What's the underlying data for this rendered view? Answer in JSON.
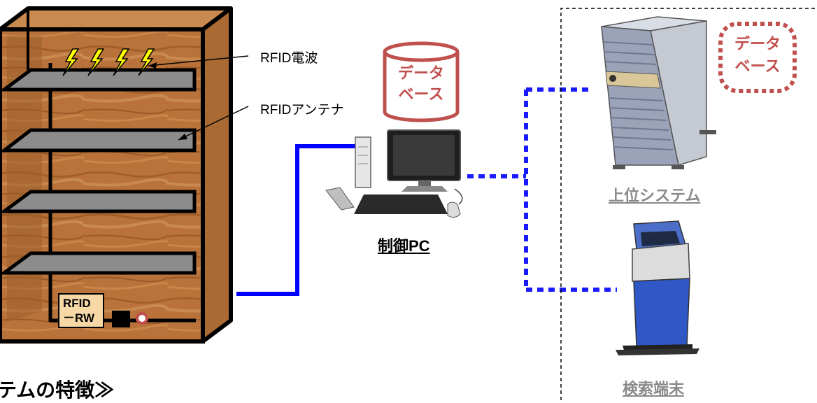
{
  "labels": {
    "radio_wave": "RFID電波",
    "antenna": "RFIDアンテナ",
    "rw_line1": "RFID",
    "rw_line2": "－RW",
    "control_pc": "制御PC",
    "upper_system": "上位システム",
    "search_terminal": "検索端末",
    "footer": "テムの特徴≫"
  },
  "database": {
    "line1": "データ",
    "line2": "ベース"
  },
  "colors": {
    "wood": "#b9733a",
    "shelf": "#8c8c8c",
    "network_solid": "#0000ff",
    "network_dotted": "#1a1aff",
    "database": "#c0504d",
    "label_gray": "#8a8a8a"
  },
  "icons": [
    "lightning-icon",
    "database-icon",
    "pc-icon",
    "server-icon",
    "kiosk-icon"
  ]
}
